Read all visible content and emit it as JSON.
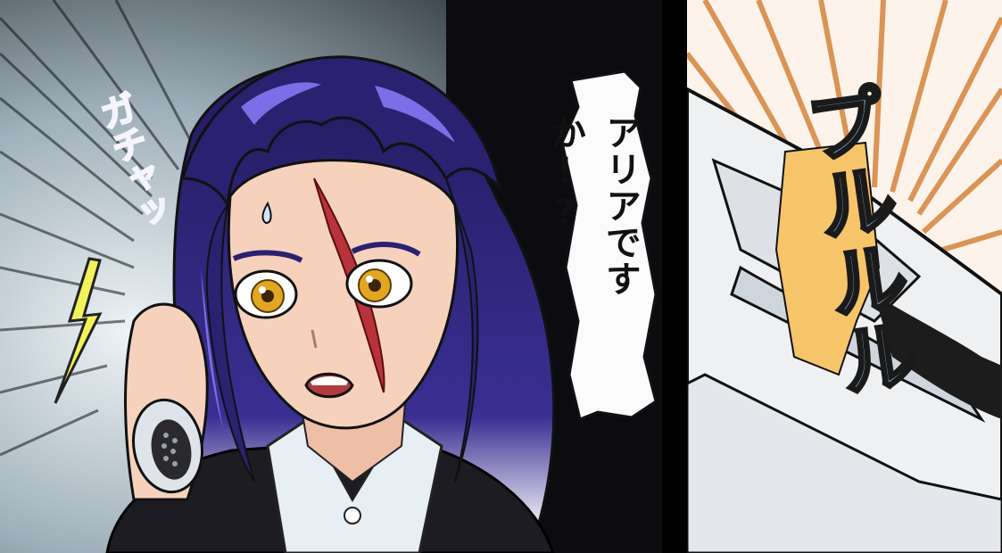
{
  "speech_bubble": {
    "text": "アリアですか!?"
  },
  "sfx": {
    "left": "ガチャッ",
    "right": "プルルル"
  },
  "colors": {
    "hair": "#2a2170",
    "hair_highlight": "#7a6fe6",
    "skin": "#f6d2bd",
    "eye": "#e2a623",
    "burst_orange": "#d78a45",
    "sfx_purple": "#7b63d6",
    "sfx_blue": "#8fb4dc"
  },
  "icons": [
    "telephone-handset-icon",
    "telephone-base-icon",
    "lightning-bolt-icon"
  ]
}
